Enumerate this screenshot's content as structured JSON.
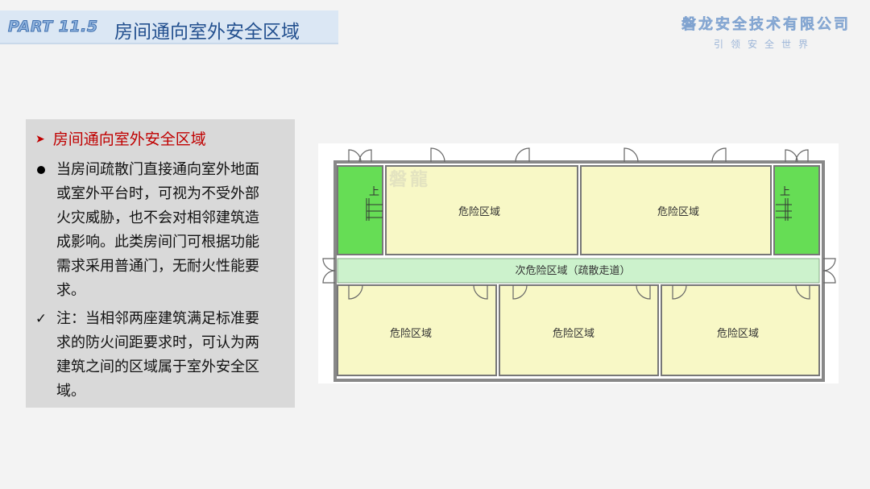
{
  "header": {
    "part_label": "PART 11.5",
    "title": "房间通向室外安全区域"
  },
  "company": {
    "name": "磐龙安全技术有限公司",
    "slogan": "引领安全世界"
  },
  "textbox": {
    "heading": "房间通向室外安全区域",
    "bullet1": {
      "lines": [
        "当房间疏散门直接通向室外地面",
        "或室外平台时，可视为不受外部",
        "火灾威胁，也不会对相邻建筑造",
        "成影响。此类房间门可根据功能",
        "需求采用普通门，无耐火性能要",
        "求。"
      ]
    },
    "note": {
      "lines": [
        "注：当相邻两座建筑满足标准要",
        "求的防火间距要求时，可认为两",
        "建筑之间的区域属于室外安全区",
        "域。"
      ]
    }
  },
  "floor_plan": {
    "watermark": "磐龍",
    "corridor_label": "次危险区域（疏散走道）",
    "stair_label": "上",
    "rooms": {
      "top_left": "危险区域",
      "top_right": "危险区域",
      "bottom_left": "危险区域",
      "bottom_middle": "危险区域",
      "bottom_right": "危险区域"
    },
    "colors": {
      "room": "#f8f8c6",
      "corridor": "#ccf2cc",
      "stair": "#66dd55"
    }
  }
}
